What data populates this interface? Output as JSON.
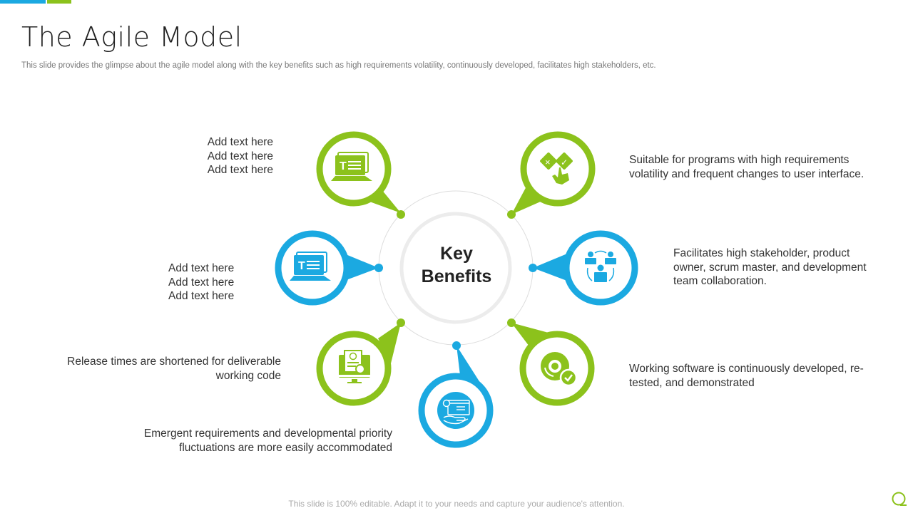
{
  "header": {
    "title": "The Agile Model",
    "subtitle": "This slide provides the glimpse about the agile model along with the key benefits such as high requirements volatility, continuously developed, facilitates high stakeholders, etc."
  },
  "colors": {
    "green": "#8cc21c",
    "blue": "#1ba9e1",
    "ring": "#e6e6e6",
    "text": "#333333"
  },
  "center": {
    "line1": "Key",
    "line2": "Benefits"
  },
  "benefits": [
    {
      "id": "top-left",
      "color": "green",
      "icon": "laptop-text-icon",
      "lines": [
        "Add text here",
        "Add text here",
        "Add text here"
      ]
    },
    {
      "id": "top-right",
      "color": "green",
      "icon": "hand-select-icon",
      "lines": [
        "Suitable for programs with high requirements",
        "volatility and frequent  changes to user interface."
      ]
    },
    {
      "id": "mid-left",
      "color": "blue",
      "icon": "laptop-text-icon",
      "lines": [
        "Add text here",
        "Add text here",
        "Add text here"
      ]
    },
    {
      "id": "mid-right",
      "color": "blue",
      "icon": "team-collaboration-icon",
      "lines": [
        "Facilitates high stakeholder, product",
        "owner, scrum master, and development",
        "team collaboration."
      ]
    },
    {
      "id": "bottom-left",
      "color": "green",
      "icon": "invoice-monitor-icon",
      "lines": [
        "Release times are shortened for deliverable",
        "working code"
      ]
    },
    {
      "id": "bottom-right",
      "color": "green",
      "icon": "disc-check-icon",
      "lines": [
        "Working software is continuously  developed, re-",
        "tested, and demonstrated"
      ]
    },
    {
      "id": "bottom",
      "color": "blue",
      "icon": "settings-hand-icon",
      "lines": [
        "Emergent requirements and developmental priority",
        "fluctuations  are more easily accommodated"
      ]
    }
  ],
  "footer": {
    "text": "This slide is 100% editable. Adapt it to your needs and capture your audience's attention."
  }
}
